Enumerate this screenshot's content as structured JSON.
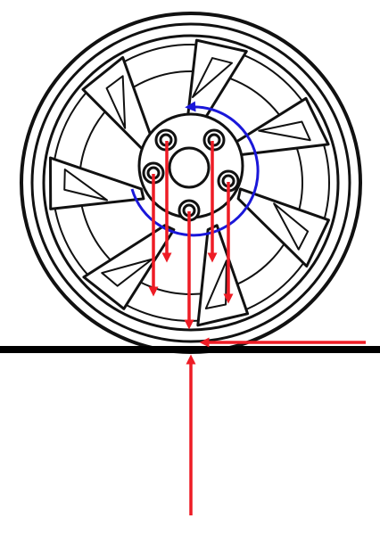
{
  "colors": {
    "wheel_outline": "#111111",
    "ground": "#000000",
    "force_arrows": "#ee1c25",
    "rotation_arrow": "#1a17d9",
    "background": "#ffffff"
  },
  "elements": {
    "wheel": "alloy-wheel",
    "spoke_count": 7,
    "lug_nut_count": 5,
    "ground_line": true,
    "rotation_direction": "counterclockwise"
  },
  "icons": {
    "rotation": "curved-arrow-icon",
    "force": "arrow-icon"
  }
}
